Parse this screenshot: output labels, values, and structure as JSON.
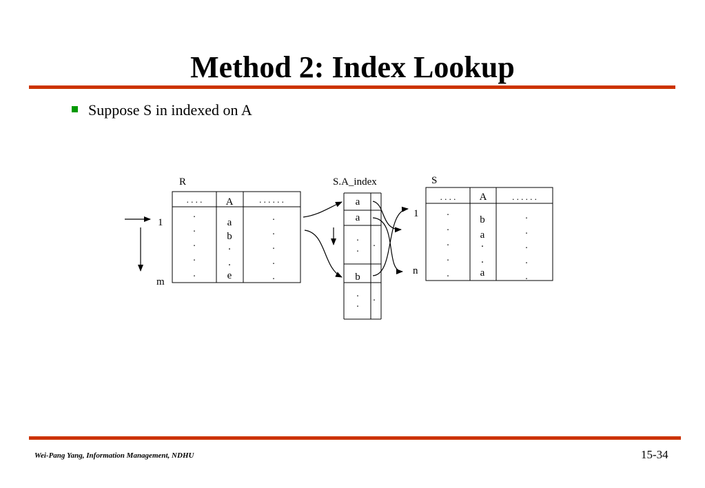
{
  "slide": {
    "title": "Method 2: Index Lookup",
    "bullet": "Suppose S in indexed on A",
    "footer": "Wei-Pang Yang, Information Management, NDHU",
    "page_number": "15-34"
  },
  "colors": {
    "rule": "#cc3300",
    "bullet": "#009900",
    "ink": "#000000"
  },
  "diagram": {
    "r_label": "R",
    "index_label": "S.A_index",
    "s_label": "S",
    "r": {
      "col1_header": ". . . .",
      "col2_header": "A",
      "col3_header": ". . . . . .",
      "row_first": "1",
      "row_last": "m",
      "col1_dots": [
        ".",
        ".",
        ".",
        ".",
        "."
      ],
      "col2_values": [
        "a",
        "b",
        ".",
        ".",
        "e"
      ],
      "col3_dots": [
        ".",
        ".",
        ".",
        ".",
        "."
      ]
    },
    "index": {
      "entries": [
        "a",
        "a",
        "b"
      ],
      "dots": [
        ".",
        ".",
        ".",
        ".",
        ".",
        "."
      ]
    },
    "s": {
      "col1_header": ". . . .",
      "col2_header": "A",
      "col3_header": ". . . . . .",
      "row_first": "1",
      "row_last": "n",
      "col1_dots": [
        ".",
        ".",
        ".",
        ".",
        "."
      ],
      "col2_values": [
        "b",
        "a",
        ".",
        ".",
        "a"
      ],
      "col3_dots": [
        ".",
        ".",
        ".",
        ".",
        "."
      ]
    }
  }
}
